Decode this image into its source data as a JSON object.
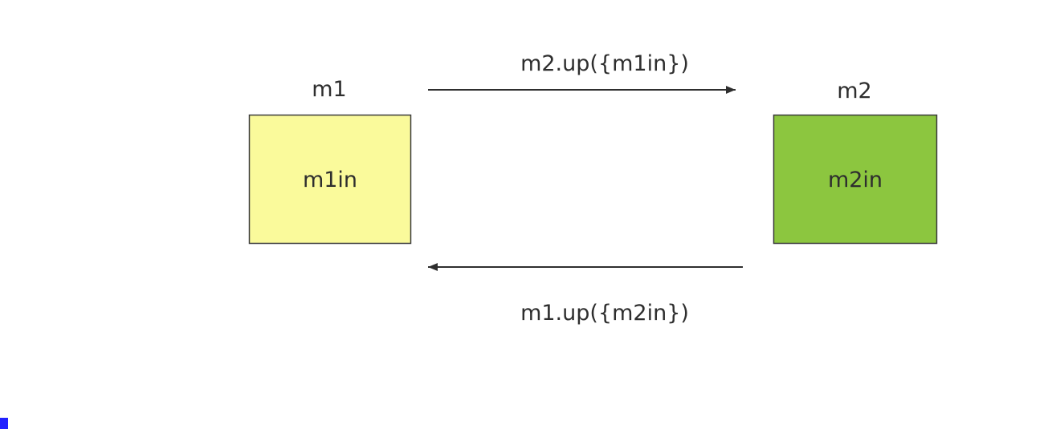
{
  "diagram": {
    "nodes": {
      "m1": {
        "title": "m1",
        "content": "m1in",
        "fill": "#FAFA9B"
      },
      "m2": {
        "title": "m2",
        "content": "m2in",
        "fill": "#8CC63F"
      }
    },
    "edges": {
      "top": {
        "label": "m2.up({m1in})",
        "direction": "m1-to-m2"
      },
      "bottom": {
        "label": "m1.up({m2in})",
        "direction": "m2-to-m1"
      }
    },
    "arrow_color": "#2e2e2e",
    "text_color": "#2e2e2e",
    "node_border_color": "#3c3c3c",
    "corner_marker_color": "#2121ff"
  }
}
